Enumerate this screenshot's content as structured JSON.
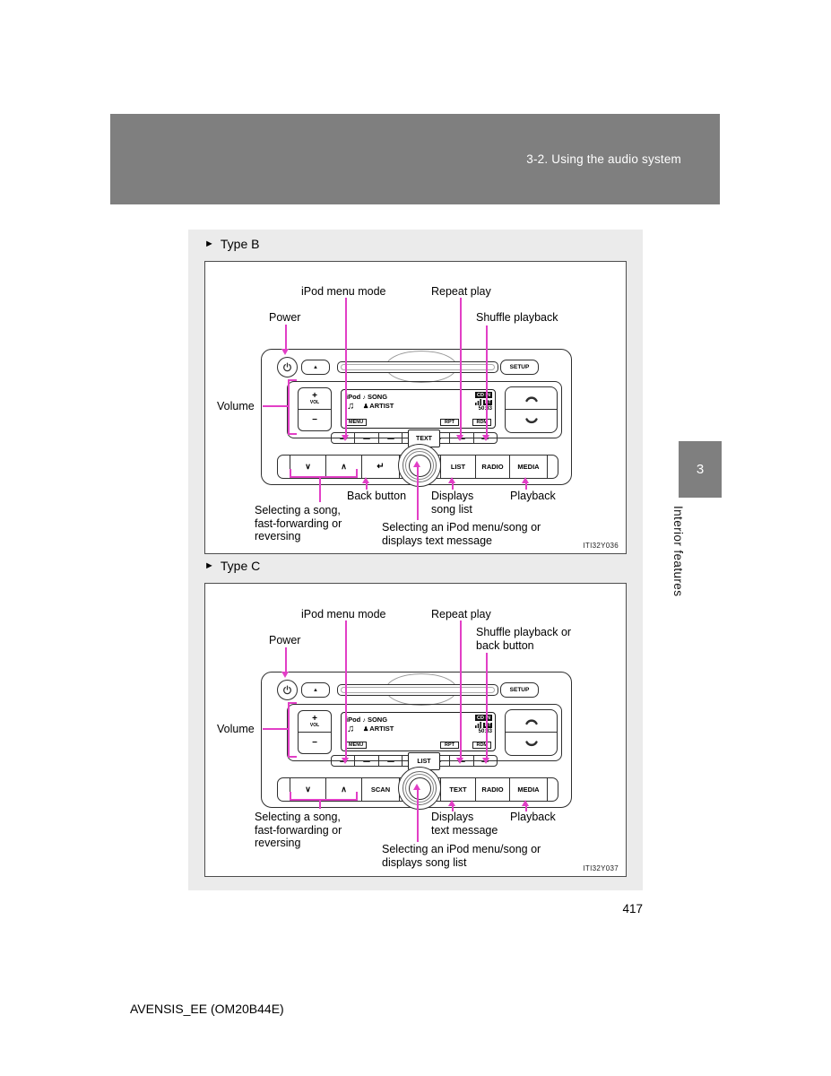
{
  "page": {
    "header_title": "3-2. Using the audio system",
    "page_number": "417",
    "footer_code": "AVENSIS_EE (OM20B44E)"
  },
  "side_tab": {
    "chapter_number": "3",
    "chapter_title": "Interior features"
  },
  "colors": {
    "callout_magenta": "#e23fc6",
    "header_gray": "#7f7f7f",
    "figure_panel_gray": "#ebebeb"
  },
  "icons": {
    "section_marker": "►",
    "eject": "▲",
    "back": "↵",
    "chevron_down": "∨",
    "chevron_up": "∧",
    "note": "♪",
    "notes": "♫",
    "person": "♟"
  },
  "radio": {
    "setup": "SETUP",
    "vol_plus": "+",
    "vol_label": "VOL",
    "vol_minus": "−",
    "scan": "SCAN",
    "text": "TEXT",
    "list": "LIST",
    "radio": "RADIO",
    "media": "MEDIA",
    "display": {
      "device": "iPod",
      "song": "SONG",
      "artist": "ARTIST",
      "cd_in": "CD IN",
      "bt": "BT",
      "counter": "50:33",
      "menu": "MENU",
      "rpt": "RPT",
      "rdm": "RDM"
    }
  },
  "type_b": {
    "section_label": "Type B",
    "figure_id": "ITI32Y036",
    "preset_center": "TEXT",
    "callouts": {
      "ipod_menu_mode": "iPod menu mode",
      "repeat_play": "Repeat play",
      "power": "Power",
      "shuffle_playback": "Shuffle playback",
      "volume": "Volume",
      "back_button": "Back button",
      "displays_song_list": "Displays\nsong list",
      "playback": "Playback",
      "selecting_song": "Selecting a song,\nfast-forwarding or\nreversing",
      "selecting_ipod": "Selecting an iPod menu/song or\ndisplays text message"
    }
  },
  "type_c": {
    "section_label": "Type C",
    "figure_id": "ITI32Y037",
    "preset_center": "LIST",
    "callouts": {
      "ipod_menu_mode": "iPod menu mode",
      "repeat_play": "Repeat play",
      "power": "Power",
      "shuffle_playback": "Shuffle playback or\nback button",
      "volume": "Volume",
      "displays_text_message": "Displays\ntext message",
      "playback": "Playback",
      "selecting_song": "Selecting a song,\nfast-forwarding or\nreversing",
      "selecting_ipod": "Selecting an iPod menu/song or\ndisplays song list"
    }
  }
}
